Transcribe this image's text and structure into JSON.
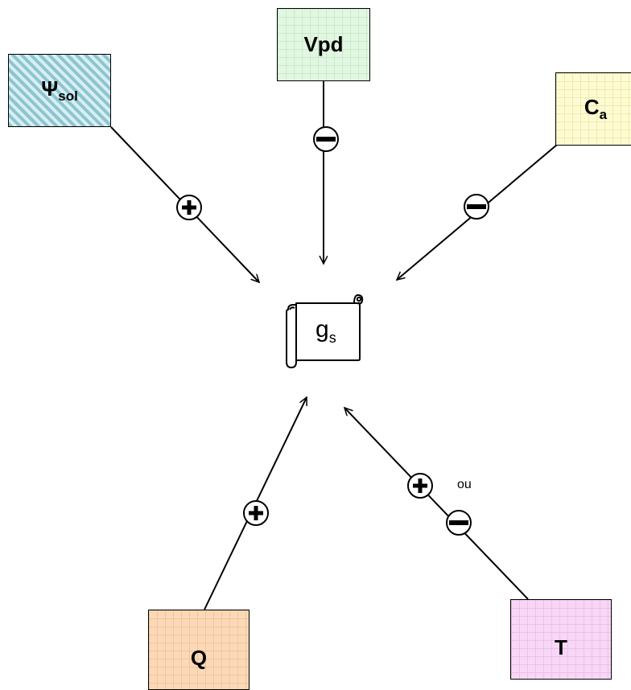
{
  "nodes": {
    "vpd": {
      "label": "Vpd"
    },
    "psi": {
      "label": "Ψ",
      "sub": "sol"
    },
    "ca": {
      "label": "C",
      "sub": "a"
    },
    "q": {
      "label": "Q"
    },
    "t": {
      "label": "T"
    }
  },
  "center": {
    "label": "g",
    "sub": "s"
  },
  "alt_text": "ou",
  "signs": {
    "plus": "+",
    "minus": "−"
  },
  "colors": {
    "vpd_fill": "#e2f7e2",
    "psi_fill": "#b7dde4",
    "ca_fill": "#fdfbd2",
    "q_fill": "#fbd9b8",
    "t_fill": "#f8d7f6",
    "line": "#000000"
  },
  "icons": {
    "center": "scroll-icon"
  }
}
